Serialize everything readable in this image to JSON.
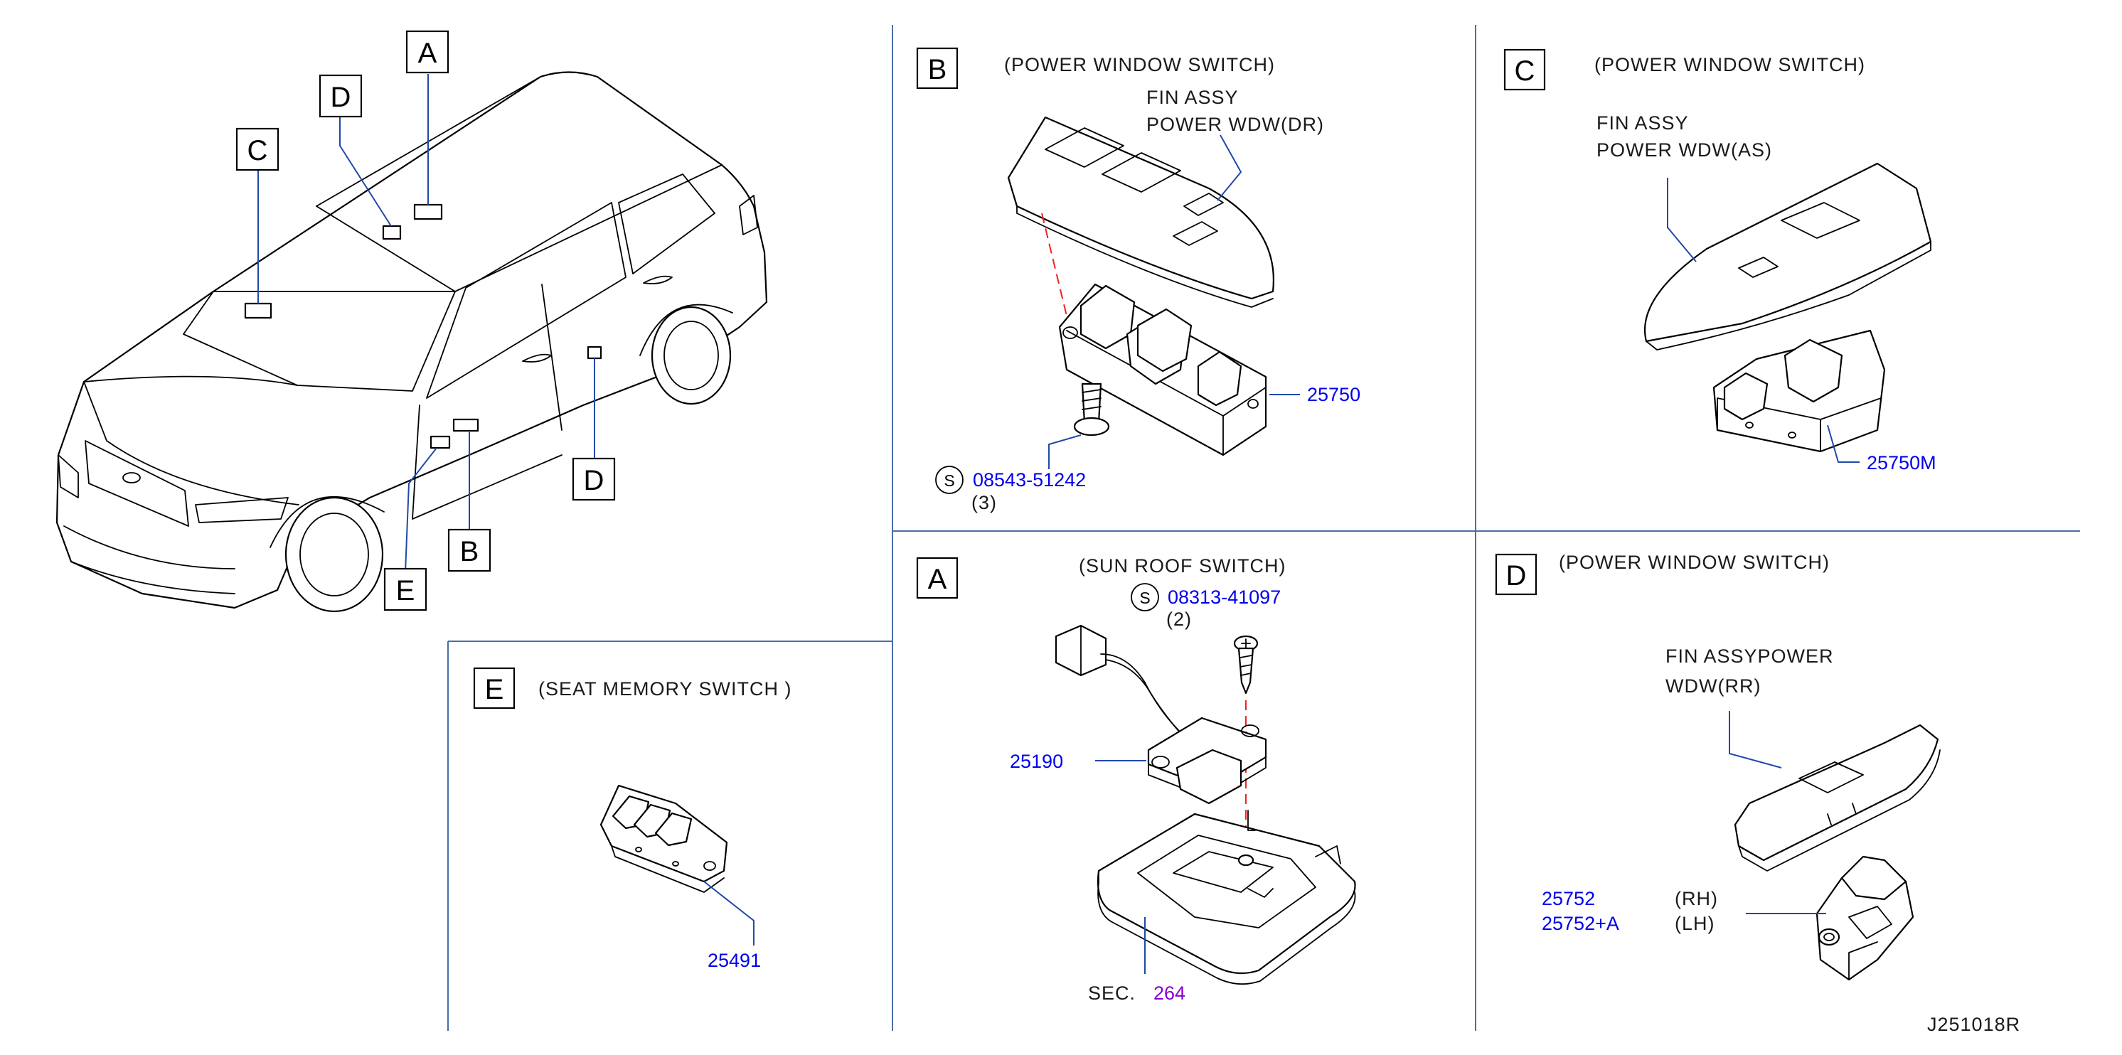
{
  "overview": {
    "callouts": {
      "a": "A",
      "b": "B",
      "c": "C",
      "d_top": "D",
      "d_door": "D",
      "e": "E"
    }
  },
  "panels": {
    "b": {
      "letter": "B",
      "title": "(POWER   WINDOW   SWITCH)",
      "name_line1": "FIN   ASSY",
      "name_line2": "POWER   WDW(DR)",
      "part_number": "25750",
      "screw_symbol": "S",
      "screw_number": "08543-51242",
      "screw_qty": "(3)"
    },
    "c": {
      "letter": "C",
      "title": "(POWER   WINDOW   SWITCH)",
      "name_line1": "FIN   ASSY",
      "name_line2": "POWER   WDW(AS)",
      "part_number": "25750M"
    },
    "a": {
      "letter": "A",
      "title": "(SUN   ROOF   SWITCH)",
      "screw_symbol": "S",
      "screw_number": "08313-41097",
      "screw_qty": "(2)",
      "part_number": "25190",
      "sec_label": "SEC.",
      "sec_number": "264"
    },
    "d": {
      "letter": "D",
      "title": "(POWER   WINDOW   SWITCH)",
      "name_line1": "FIN   ASSYPOWER",
      "name_line2": "WDW(RR)",
      "part_rh": "25752",
      "part_lh": "25752+A",
      "rh": "(RH)",
      "lh": "(LH)"
    },
    "e": {
      "letter": "E",
      "title": "(SEAT   MEMORY   SWITCH )",
      "part_number": "25491"
    }
  },
  "figure_code": "J251018R",
  "colors": {
    "part_number": "#0000ee",
    "section_ref": "#8800cc",
    "divider": "#4a6ea8",
    "leader": "#1f4aa8",
    "centerline": "#ee2222"
  }
}
